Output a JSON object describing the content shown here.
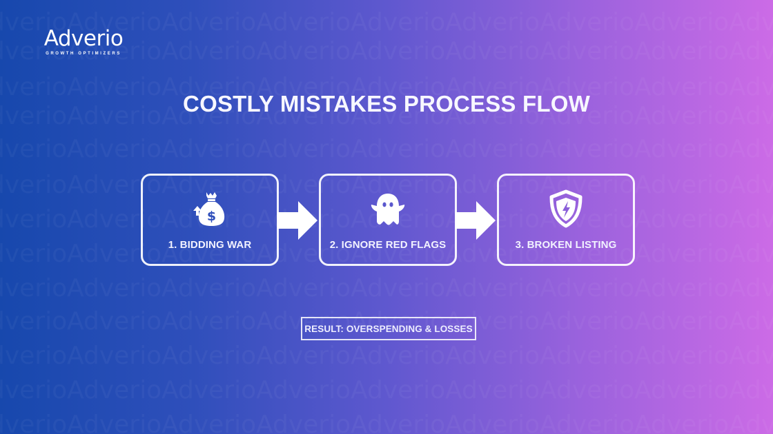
{
  "brand": {
    "name": "Adverio",
    "tagline": "GROWTH OPTIMIZERS",
    "watermark_text": "Adverio"
  },
  "title": "COSTLY MISTAKES PROCESS FLOW",
  "steps": [
    {
      "number": 1,
      "label": "1. BIDDING WAR",
      "icon": "money-bag-up-arrow-icon"
    },
    {
      "number": 2,
      "label": "2. IGNORE RED FLAGS",
      "icon": "ghost-icon"
    },
    {
      "number": 3,
      "label": "3. BROKEN LISTING",
      "icon": "shield-lightning-icon"
    }
  ],
  "connectors": [
    {
      "from": 1,
      "to": 2,
      "icon": "right-arrow-icon"
    },
    {
      "from": 2,
      "to": 3,
      "icon": "right-arrow-icon"
    }
  ],
  "result": {
    "label": "RESULT: OVERSPENDING & LOSSES"
  },
  "colors": {
    "gradient_left": "#1748ad",
    "gradient_mid": "#5f58cf",
    "gradient_right": "#cc6be6",
    "foreground": "#ffffff"
  }
}
